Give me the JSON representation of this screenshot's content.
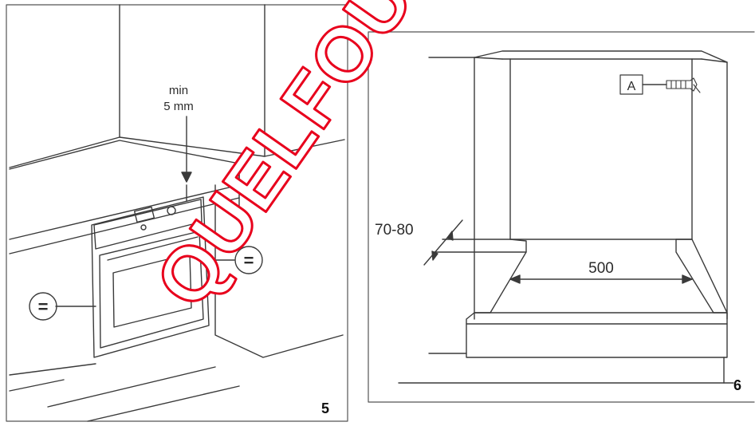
{
  "watermark": {
    "text": "QUELFOUR"
  },
  "figure5": {
    "gap_label_line1": "min",
    "gap_label_line2": "5 mm",
    "equal_symbol_left": "=",
    "equal_symbol_right": "=",
    "number": "5"
  },
  "figure6": {
    "depth_label": "70-80",
    "width_label": "500",
    "part_label": "A",
    "number": "6"
  }
}
